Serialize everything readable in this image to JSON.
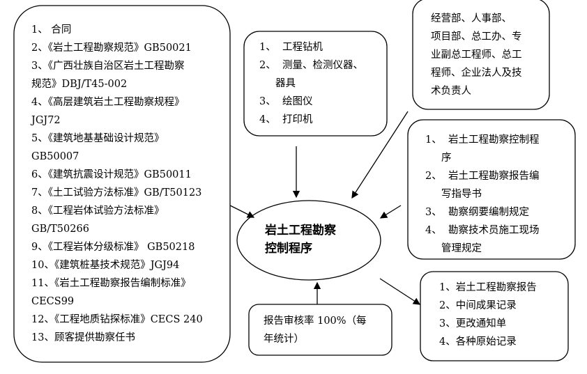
{
  "standards_box": {
    "lines": [
      "1、 合同",
      "2、《岩土工程勘察规范》GB50021",
      "3、《广西壮族自治区岩土工程勘察",
      "规范》DBJ/T45-002",
      "4、《高层建筑岩土工程勘察规程》",
      "JGJ72",
      "5、《建筑地基基础设计规范》",
      "GB50007",
      "6、《建筑抗震设计规范》GB50011",
      "7、《土工试验方法标准》GB/T50123",
      "8、《工程岩体试验方法标准》",
      "GB/T50266",
      "9、《工程岩体分级标准》 GB50218",
      "10、《建筑桩基技术规范》JGJ94",
      "11、《岩土工程勘察报告编制标准》",
      "CECS99",
      "12、《工程地质钻探标准》CECS 240",
      "13、顾客提供勘察任书"
    ]
  },
  "equipment_box": {
    "lines": [
      "1、  工程钻机",
      "2、  测量、检测仪器、",
      "     器具",
      "3、  绘图仪",
      "4、  打印机"
    ]
  },
  "departments_box": {
    "lines": [
      "经营部、人事部、",
      "项目部、总工办、专",
      "业副总工程师、总工",
      "程师、企业法人及技",
      "术负责人"
    ]
  },
  "procedures_box": {
    "lines": [
      "1、  岩土工程勘察控制程",
      "     序",
      "2、  岩土工程勘察报告编",
      "     写指导书",
      "3、  勘察纲要编制规定",
      "4、  勘察技术员施工现场",
      "     管理规定"
    ]
  },
  "outputs_box": {
    "lines": [
      "1、岩土工程勘察报告",
      "2、中间成果记录",
      "3、更改通知单",
      "4、各种原始记录"
    ]
  },
  "metric_box": {
    "lines": [
      "报告审核率 100%（每",
      "年统计）"
    ]
  },
  "center": {
    "lines": [
      "岩土工程勘察",
      "控制程序"
    ]
  }
}
